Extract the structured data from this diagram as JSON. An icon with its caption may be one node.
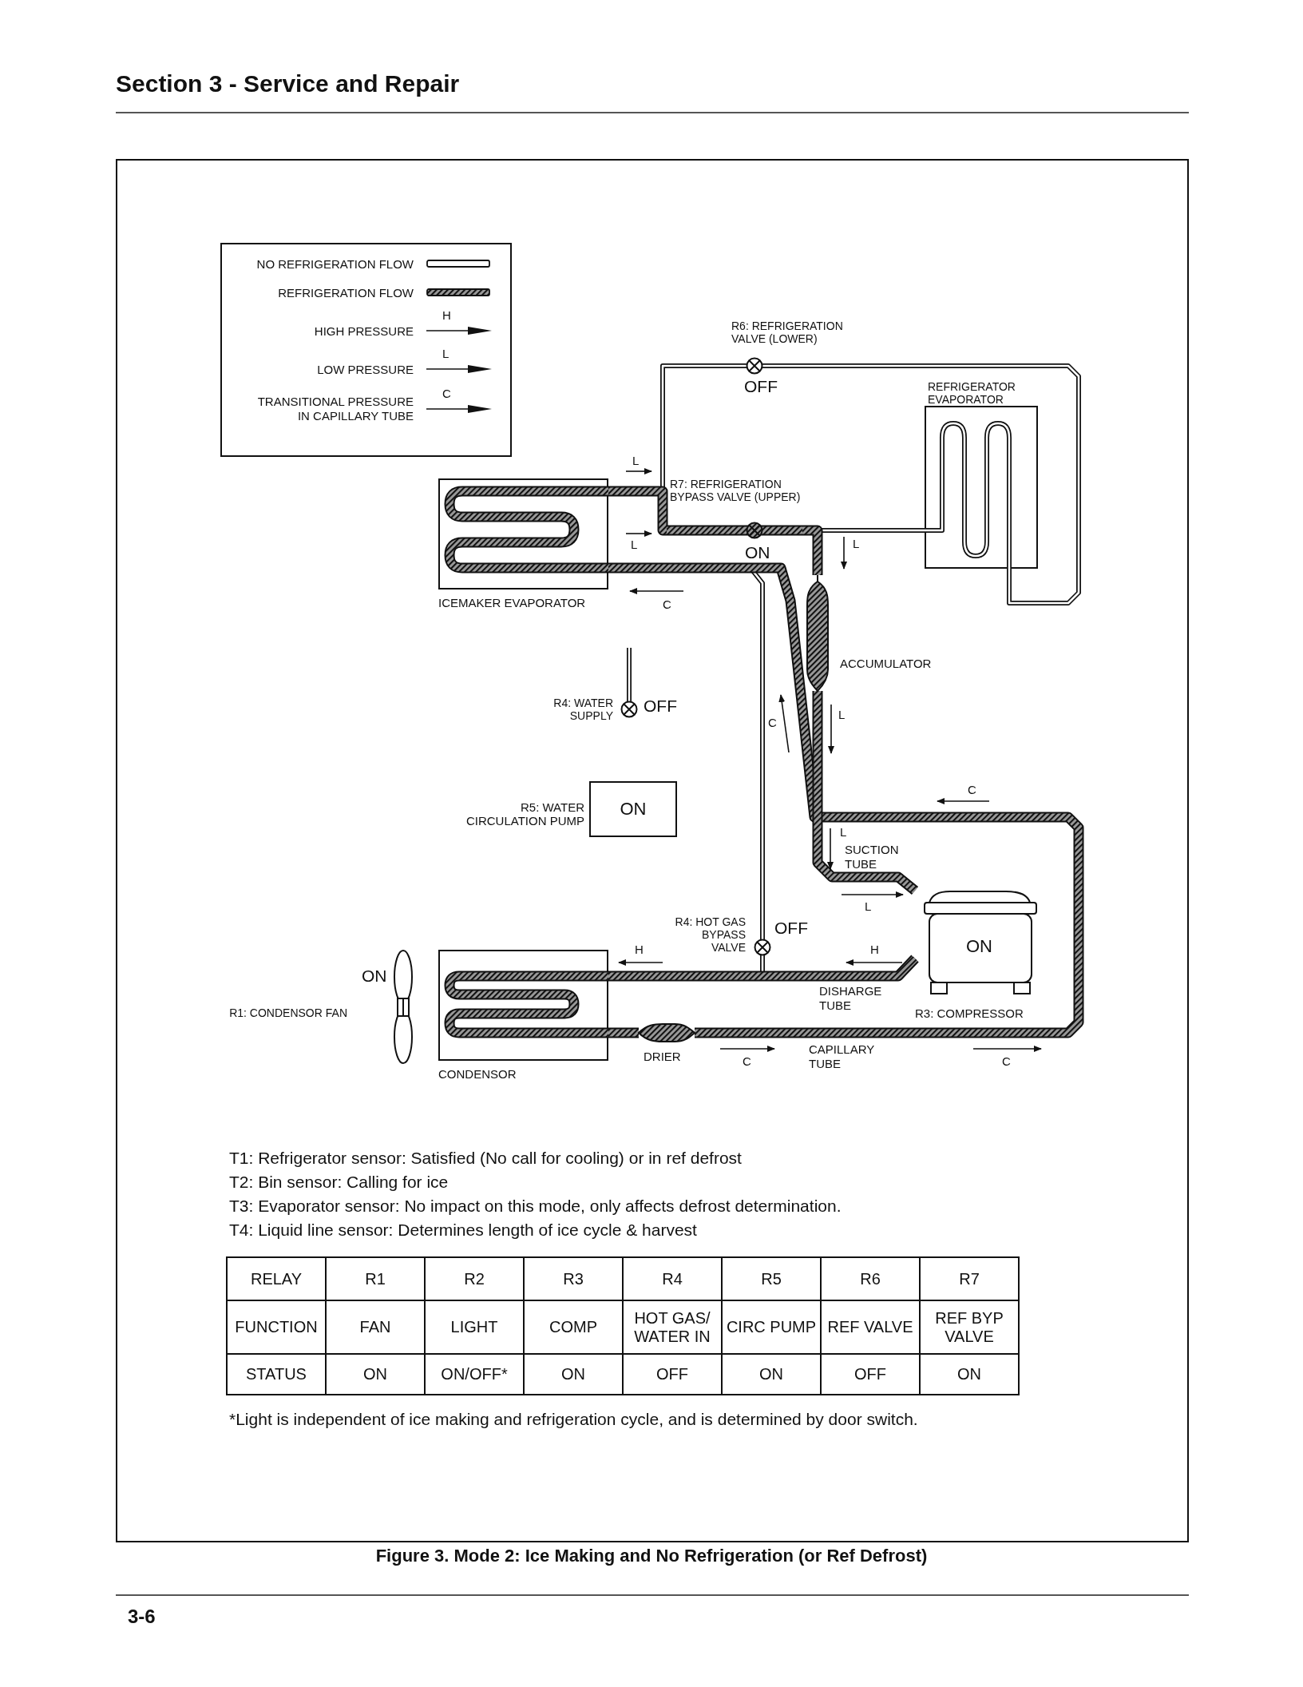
{
  "diagram": {
    "title": "Section 3 - Service and Repair",
    "caption": "Figure 3. Mode 2: Ice Making and No Refrigeration (or Ref Defrost)",
    "nodes": [
      {
        "text": [
          "R6: REFRIGERATION VALVE (LOWER)",
          "OFF"
        ]
      },
      {
        "text": [
          "REFRIGERATOR EVAPORATOR"
        ]
      },
      {
        "text": [
          "ICEMAKER EVAPORATOR"
        ]
      },
      {
        "text": [
          "R7: REFRIGERATION BYPASS VALVE (UPPER)",
          "ON"
        ]
      },
      {
        "text": [
          "ACCUMULATOR"
        ]
      },
      {
        "text": [
          "R4: WATER SUPPLY",
          "OFF"
        ]
      },
      {
        "text": [
          "R5: WATER CIRCULATION PUMP",
          "ON"
        ]
      },
      {
        "text": [
          "R4: HOT GAS BYPASS VALVE",
          "OFF"
        ]
      },
      {
        "text": [
          "ON",
          "R3: COMPRESSOR"
        ]
      },
      {
        "text": [
          "ON",
          "R1: CONDENSOR FAN"
        ]
      },
      {
        "text": [
          "CONDENSOR"
        ]
      },
      {
        "text": [
          "DRIER"
        ]
      }
    ],
    "edges": [
      {
        "from": 8,
        "to": 10,
        "arrow": "none",
        "style": "thick",
        "label": "DISHARGE TUBE"
      },
      {
        "from": 10,
        "to": 11,
        "arrow": "none",
        "style": "thick"
      },
      {
        "from": 11,
        "to": 2,
        "arrow": "none",
        "style": "thick",
        "label": "CAPILLARY TUBE"
      },
      {
        "from": 2,
        "to": 3,
        "arrow": "none",
        "style": "thick"
      },
      {
        "from": 3,
        "to": 4,
        "arrow": "none",
        "style": "thick"
      },
      {
        "from": 4,
        "to": 8,
        "arrow": "none",
        "style": "thick",
        "label": "SUCTION TUBE"
      },
      {
        "from": 2,
        "to": 0,
        "arrow": "none"
      },
      {
        "from": 0,
        "to": 1,
        "arrow": "none"
      },
      {
        "from": 1,
        "to": 4,
        "arrow": "none"
      },
      {
        "from": 7,
        "to": 2,
        "arrow": "none"
      },
      {
        "from": 8,
        "to": 7,
        "arrow": "none"
      },
      {
        "from": null,
        "to": 5,
        "arrow": "none"
      }
    ],
    "labels": [
      "H",
      "L",
      "C",
      "L",
      "L",
      "L",
      "C",
      "L",
      "C",
      "C",
      "L",
      "L",
      "H",
      "H",
      "C",
      "C",
      "T1: Refrigerator sensor: Satisfied (No call for cooling) or in ref defrost",
      "T2: Bin sensor: Calling for ice",
      "T3: Evaporator sensor: No impact on this mode, only affects defrost determination.",
      "T4: Liquid line sensor: Determines length of ice cycle & harvest",
      "RELAY",
      "R1",
      "R2",
      "R3",
      "R4",
      "R5",
      "R6",
      "R7",
      "FUNCTION",
      "FAN",
      "LIGHT",
      "COMP",
      "HOT GAS/ WATER IN",
      "CIRC PUMP",
      "REF VALVE",
      "REF BYP VALVE",
      "STATUS",
      "ON",
      "ON/OFF*",
      "ON",
      "OFF",
      "ON",
      "OFF",
      "ON",
      "*Light is independent of ice making and refrigeration cycle, and is determined by door switch.",
      "3-6"
    ],
    "legend": [
      {
        "text": "NO REFRIGERATION FLOW"
      },
      {
        "text": "REFRIGERATION FLOW"
      },
      {
        "text": "HIGH PRESSURE"
      },
      {
        "text": "LOW PRESSURE"
      },
      {
        "text": "TRANSITIONAL PRESSURE IN CAPILLARY TUBE"
      }
    ]
  }
}
